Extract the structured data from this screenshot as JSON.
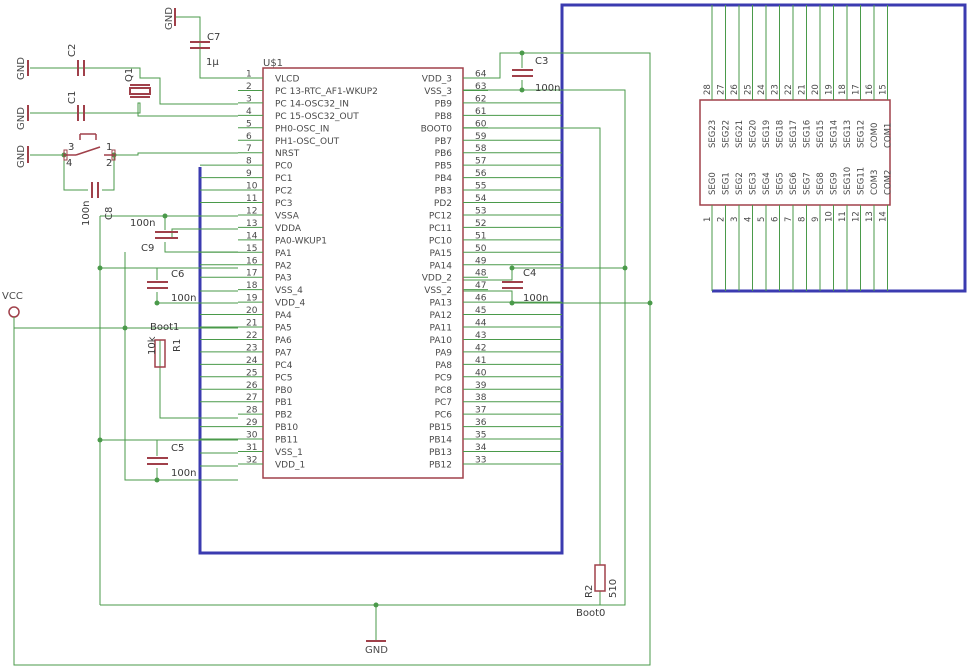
{
  "schematic": {
    "mcu": {
      "name": "U$1",
      "left_pins": [
        {
          "num": "1",
          "label": "VLCD"
        },
        {
          "num": "2",
          "label": "PC 13-RTC_AF1-WKUP2"
        },
        {
          "num": "3",
          "label": "PC 14-OSC32_IN"
        },
        {
          "num": "4",
          "label": "PC 15-OSC32_OUT"
        },
        {
          "num": "5",
          "label": "PH0-OSC_IN"
        },
        {
          "num": "6",
          "label": "PH1-OSC_OUT"
        },
        {
          "num": "7",
          "label": "NRST"
        },
        {
          "num": "8",
          "label": "PC0"
        },
        {
          "num": "9",
          "label": "PC1"
        },
        {
          "num": "10",
          "label": "PC2"
        },
        {
          "num": "11",
          "label": "PC3"
        },
        {
          "num": "12",
          "label": "VSSA"
        },
        {
          "num": "13",
          "label": "VDDA"
        },
        {
          "num": "14",
          "label": "PA0-WKUP1"
        },
        {
          "num": "15",
          "label": "PA1"
        },
        {
          "num": "16",
          "label": "PA2"
        },
        {
          "num": "17",
          "label": "PA3"
        },
        {
          "num": "18",
          "label": "VSS_4"
        },
        {
          "num": "19",
          "label": "VDD_4"
        },
        {
          "num": "20",
          "label": "PA4"
        },
        {
          "num": "21",
          "label": "PA5"
        },
        {
          "num": "22",
          "label": "PA6"
        },
        {
          "num": "23",
          "label": "PA7"
        },
        {
          "num": "24",
          "label": "PC4"
        },
        {
          "num": "25",
          "label": "PC5"
        },
        {
          "num": "26",
          "label": "PB0"
        },
        {
          "num": "27",
          "label": "PB1"
        },
        {
          "num": "28",
          "label": "PB2"
        },
        {
          "num": "29",
          "label": "PB10"
        },
        {
          "num": "30",
          "label": "PB11"
        },
        {
          "num": "31",
          "label": "VSS_1"
        },
        {
          "num": "32",
          "label": "VDD_1"
        }
      ],
      "right_pins": [
        {
          "num": "64",
          "label": "VDD_3"
        },
        {
          "num": "63",
          "label": "VSS_3"
        },
        {
          "num": "62",
          "label": "PB9"
        },
        {
          "num": "61",
          "label": "PB8"
        },
        {
          "num": "60",
          "label": "BOOT0"
        },
        {
          "num": "59",
          "label": "PB7"
        },
        {
          "num": "58",
          "label": "PB6"
        },
        {
          "num": "57",
          "label": "PB5"
        },
        {
          "num": "56",
          "label": "PB4"
        },
        {
          "num": "55",
          "label": "PB3"
        },
        {
          "num": "54",
          "label": "PD2"
        },
        {
          "num": "53",
          "label": "PC12"
        },
        {
          "num": "52",
          "label": "PC11"
        },
        {
          "num": "51",
          "label": "PC10"
        },
        {
          "num": "50",
          "label": "PA15"
        },
        {
          "num": "49",
          "label": "PA14"
        },
        {
          "num": "48",
          "label": "VDD_2"
        },
        {
          "num": "47",
          "label": "VSS_2"
        },
        {
          "num": "46",
          "label": "PA13"
        },
        {
          "num": "45",
          "label": "PA12"
        },
        {
          "num": "44",
          "label": "PA11"
        },
        {
          "num": "43",
          "label": "PA10"
        },
        {
          "num": "42",
          "label": "PA9"
        },
        {
          "num": "41",
          "label": "PA8"
        },
        {
          "num": "40",
          "label": "PC9"
        },
        {
          "num": "39",
          "label": "PC8"
        },
        {
          "num": "38",
          "label": "PC7"
        },
        {
          "num": "37",
          "label": "PC6"
        },
        {
          "num": "36",
          "label": "PB15"
        },
        {
          "num": "35",
          "label": "PB14"
        },
        {
          "num": "34",
          "label": "PB13"
        },
        {
          "num": "33",
          "label": "PB12"
        }
      ]
    },
    "lcd": {
      "top_pins": [
        {
          "num": "28",
          "label": "SEG23"
        },
        {
          "num": "27",
          "label": "SEG22"
        },
        {
          "num": "26",
          "label": "SEG21"
        },
        {
          "num": "25",
          "label": "SEG20"
        },
        {
          "num": "24",
          "label": "SEG19"
        },
        {
          "num": "23",
          "label": "SEG18"
        },
        {
          "num": "22",
          "label": "SEG17"
        },
        {
          "num": "21",
          "label": "SEG16"
        },
        {
          "num": "20",
          "label": "SEG15"
        },
        {
          "num": "19",
          "label": "SEG14"
        },
        {
          "num": "18",
          "label": "SEG13"
        },
        {
          "num": "17",
          "label": "SEG12"
        },
        {
          "num": "16",
          "label": "COM0"
        },
        {
          "num": "15",
          "label": "COM1"
        }
      ],
      "bottom_pins": [
        {
          "num": "1",
          "label": "SEG0"
        },
        {
          "num": "2",
          "label": "SEG1"
        },
        {
          "num": "3",
          "label": "SEG2"
        },
        {
          "num": "4",
          "label": "SEG3"
        },
        {
          "num": "5",
          "label": "SEG4"
        },
        {
          "num": "6",
          "label": "SEG5"
        },
        {
          "num": "7",
          "label": "SEG6"
        },
        {
          "num": "8",
          "label": "SEG7"
        },
        {
          "num": "9",
          "label": "SEG8"
        },
        {
          "num": "10",
          "label": "SEG9"
        },
        {
          "num": "11",
          "label": "SEG10"
        },
        {
          "num": "12",
          "label": "SEG11"
        },
        {
          "num": "13",
          "label": "COM3"
        },
        {
          "num": "14",
          "label": "COM2"
        }
      ]
    },
    "components": {
      "c7_name": "C7",
      "c7_value": "1μ",
      "c2_name": "C2",
      "c1_name": "C1",
      "q1_name": "Q1",
      "c8_name": "C8",
      "c8_value": "100n",
      "c3_name": "C3",
      "c3_value": "100n",
      "c4_name": "C4",
      "c4_value": "100n",
      "c9_name": "C9",
      "c9_value": "100n",
      "c6_name": "C6",
      "c6_value": "100n",
      "c5_name": "C5",
      "c5_value": "100n",
      "r1_name": "R1",
      "r1_value": "10k",
      "r2_name": "R2",
      "r2_value": "510",
      "boot1": "Boot1",
      "boot0": "Boot0",
      "switch_pins": [
        "3",
        "1",
        "4",
        "2"
      ]
    },
    "supplies": {
      "gnd": "GND",
      "vcc": "VCC"
    },
    "colors": {
      "wire": "#4a9a4a",
      "part": "#a0404a",
      "bus": "#3b3bb0",
      "text": "#4a4a4a"
    }
  }
}
